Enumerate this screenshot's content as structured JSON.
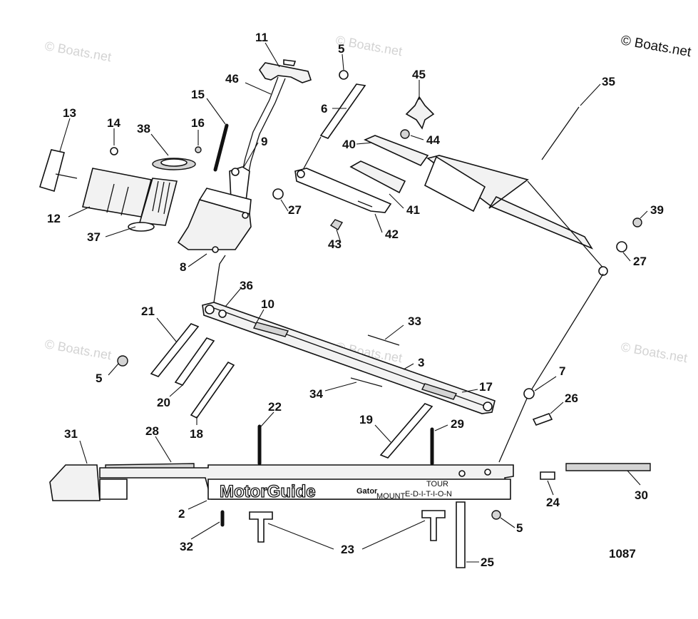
{
  "watermark": "© Boats.net",
  "copyright": "© Boats.net",
  "diagram_code": "1087",
  "brand": {
    "name": "MotorGuide",
    "mount": "Gator",
    "mount_sub": "MOUNT",
    "edition_top": "TOUR",
    "edition_bottom": "E-D-I-T-I-O-N"
  },
  "callouts": [
    "11",
    "5",
    "45",
    "46",
    "35",
    "15",
    "6",
    "13",
    "14",
    "38",
    "16",
    "9",
    "40",
    "44",
    "12",
    "27",
    "41",
    "37",
    "42",
    "43",
    "39",
    "8",
    "27",
    "36",
    "10",
    "21",
    "33",
    "5",
    "3",
    "34",
    "17",
    "7",
    "20",
    "26",
    "18",
    "19",
    "22",
    "29",
    "31",
    "28",
    "30",
    "24",
    "2",
    "5",
    "32",
    "23",
    "25"
  ]
}
